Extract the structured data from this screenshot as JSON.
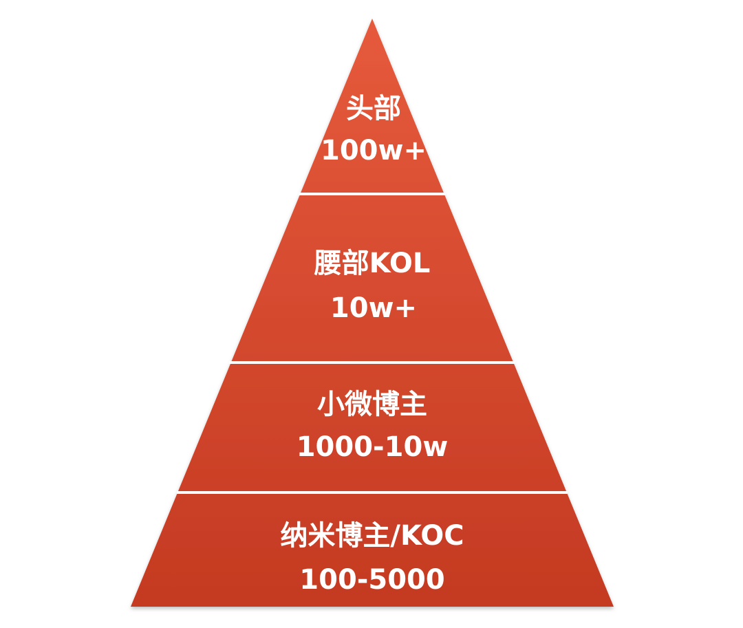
{
  "pyramid": {
    "tiers": [
      {
        "name": "头部",
        "range": "100w+"
      },
      {
        "name": "腰部KOL",
        "range": "10w+"
      },
      {
        "name": "小微博主",
        "range": "1000-10w"
      },
      {
        "name": "纳米博主/KOC",
        "range": "100-5000"
      }
    ],
    "colors": {
      "top": "#e65a3c",
      "bottom": "#c43a22",
      "divider": "#ffffff"
    }
  }
}
